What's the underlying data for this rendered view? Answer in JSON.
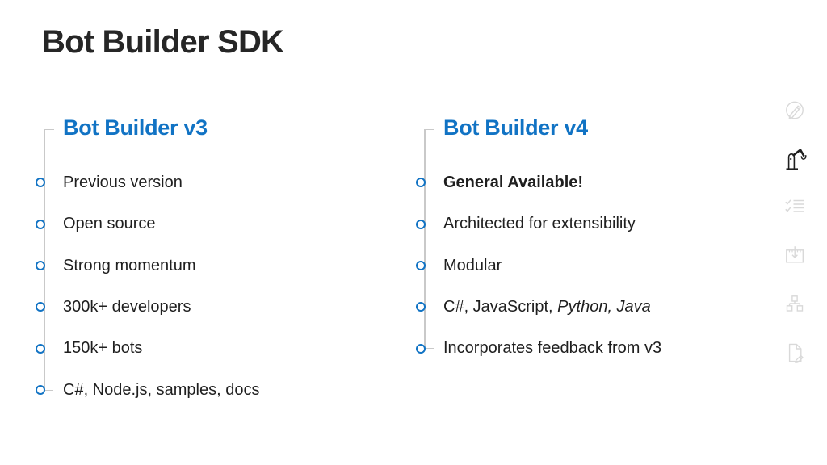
{
  "slide": {
    "title": "Bot Builder SDK"
  },
  "columns": [
    {
      "heading": "Bot Builder v3",
      "items": [
        {
          "runs": [
            {
              "t": "Previous version"
            }
          ]
        },
        {
          "runs": [
            {
              "t": "Open source"
            }
          ]
        },
        {
          "runs": [
            {
              "t": "Strong momentum"
            }
          ]
        },
        {
          "runs": [
            {
              "t": "300k+ developers"
            }
          ]
        },
        {
          "runs": [
            {
              "t": "150k+ bots"
            }
          ]
        },
        {
          "runs": [
            {
              "t": "C#, Node.js, samples, docs"
            }
          ]
        }
      ]
    },
    {
      "heading": "Bot Builder v4",
      "items": [
        {
          "runs": [
            {
              "t": "General Available!",
              "b": true
            }
          ]
        },
        {
          "runs": [
            {
              "t": "Architected for extensibility"
            }
          ]
        },
        {
          "runs": [
            {
              "t": "Modular"
            }
          ]
        },
        {
          "runs": [
            {
              "t": "C#, JavaScript, "
            },
            {
              "t": "Python, Java",
              "i": true
            }
          ]
        },
        {
          "runs": [
            {
              "t": "Incorporates feedback from v3"
            }
          ]
        }
      ]
    }
  ],
  "sidebar": {
    "icons": [
      {
        "name": "design-pencil-circle-icon",
        "active": false
      },
      {
        "name": "robot-arm-icon",
        "active": true
      },
      {
        "name": "checklist-icon",
        "active": false
      },
      {
        "name": "window-download-icon",
        "active": false
      },
      {
        "name": "org-chart-icon",
        "active": false
      },
      {
        "name": "document-edit-icon",
        "active": false
      }
    ]
  },
  "colors": {
    "background": "#ffffff",
    "title": "#262626",
    "text": "#1f1f1f",
    "accent": "#1173c4",
    "line": "#c9c9c9",
    "icon": "#d9d9d9",
    "icon_active": "#1f1f1f"
  }
}
